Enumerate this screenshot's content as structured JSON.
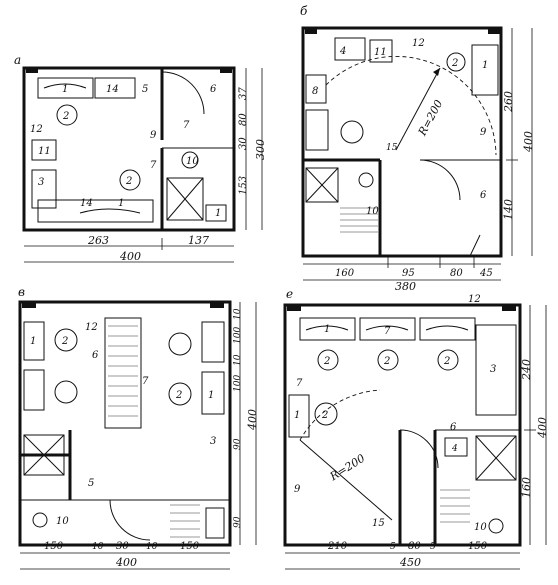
{
  "panels": {
    "a": {
      "letter": "а",
      "callouts": [
        "1",
        "14",
        "5",
        "2",
        "6",
        "7",
        "12",
        "9",
        "11",
        "10",
        "7",
        "3",
        "2",
        "14",
        "1",
        "1"
      ],
      "dims_bottom": [
        "263",
        "137",
        "400"
      ],
      "dims_right": [
        "37",
        "80",
        "30",
        "153",
        "300"
      ]
    },
    "b": {
      "letter": "б",
      "callouts": [
        "4",
        "11",
        "12",
        "2",
        "1",
        "8",
        "15",
        "9",
        "6",
        "10"
      ],
      "radius": "R=200",
      "dims_bottom": [
        "160",
        "95",
        "80",
        "45",
        "380"
      ],
      "dims_right": [
        "260",
        "140",
        "400"
      ]
    },
    "v": {
      "letter": "в",
      "callouts": [
        "1",
        "2",
        "12",
        "6",
        "7",
        "2",
        "1",
        "3",
        "5",
        "10"
      ],
      "dims_bottom": [
        "150",
        "10",
        "30",
        "10",
        "150",
        "400"
      ],
      "dims_right": [
        "10",
        "100",
        "10",
        "100",
        "400",
        "90",
        "90"
      ]
    },
    "g": {
      "letter": "е",
      "callouts": [
        "12",
        "1",
        "2",
        "2",
        "2",
        "7",
        "3",
        "1",
        "2",
        "7",
        "9",
        "6",
        "4",
        "15",
        "10"
      ],
      "radius": "R=200",
      "dims_bottom": [
        "210",
        "5",
        "80",
        "5",
        "150",
        "450"
      ],
      "dims_right": [
        "240",
        "160",
        "400"
      ]
    }
  }
}
